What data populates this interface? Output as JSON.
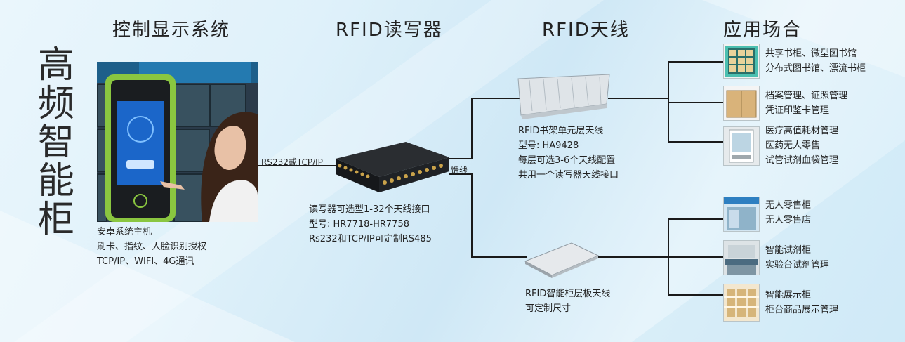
{
  "headings": {
    "control": "控制显示系统",
    "reader": "RFID读写器",
    "antenna": "RFID天线",
    "application": "应用场合"
  },
  "vertical_title": [
    "高",
    "频",
    "智",
    "能",
    "柜"
  ],
  "host": {
    "lines": [
      "安卓系统主机",
      "刷卡、指纹、人脸识别授权",
      "TCP/IP、WIFI、4G通讯"
    ]
  },
  "reader": {
    "lines": [
      "读写器可选型1-32个天线接口",
      "型号: HR7718-HR7758",
      "Rs232和TCP/IP可定制RS485"
    ]
  },
  "connection": {
    "rs_label": "RS232或TCP/IP",
    "feed_label": "馈线"
  },
  "antenna_shelf": {
    "lines": [
      "RFID书架单元层天线",
      "型号: HA9428",
      "每层可选3-6个天线配置",
      "共用一个读写器天线接口"
    ]
  },
  "antenna_board": {
    "lines": [
      "RFID智能柜层板天线",
      "可定制尺寸"
    ]
  },
  "applications": [
    {
      "lines": [
        "共享书柜、微型图书馆",
        "分布式图书馆、漂流书柜"
      ],
      "icon": "bookcase-thumbnail"
    },
    {
      "lines": [
        "档案管理、证照管理",
        "凭证印鉴卡管理"
      ],
      "icon": "archive-box-thumbnail"
    },
    {
      "lines": [
        "医疗高值耗材管理",
        "医药无人零售",
        "试管试剂血袋管理"
      ],
      "icon": "medical-cabinet-thumbnail"
    },
    {
      "lines": [
        "无人零售柜",
        "无人零售店"
      ],
      "icon": "retail-store-thumbnail"
    },
    {
      "lines": [
        "智能试剂柜",
        "实验台试剂管理"
      ],
      "icon": "laboratory-thumbnail"
    },
    {
      "lines": [
        "智能展示柜",
        "柜台商品展示管理"
      ],
      "icon": "display-cabinet-thumbnail"
    }
  ],
  "colors": {
    "line": "#1a1a1a",
    "cabinet_green": "#8ac640",
    "screen_blue": "#1b66c9"
  }
}
